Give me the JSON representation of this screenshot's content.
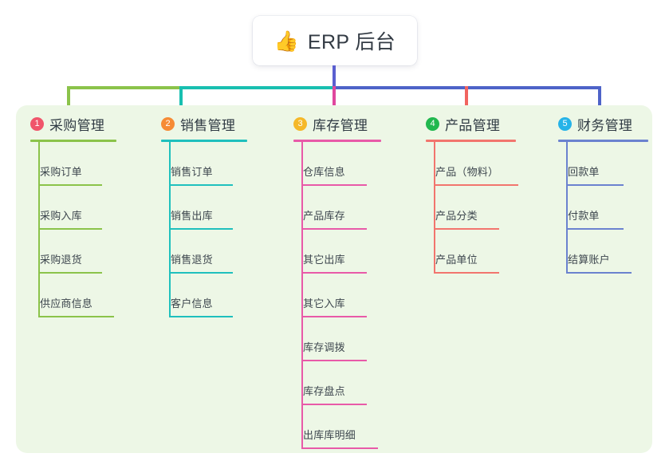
{
  "title": {
    "emoji": "👍",
    "icon_name": "thumbs-up-icon",
    "text": "ERP 后台"
  },
  "theme": {
    "page_background": "#ffffff",
    "panel_background": "#edf7e6",
    "card_background": "#ffffff",
    "text_color": "#3d464e",
    "stem_color": "#5a5fd0"
  },
  "connectors": {
    "segments": [
      {
        "name": "segment-purchase",
        "color": "#8bc34a"
      },
      {
        "name": "segment-sales",
        "color": "#18bfb0"
      },
      {
        "name": "segment-inventory",
        "color": "#e0479e"
      },
      {
        "name": "segment-product",
        "color": "#f1645f"
      },
      {
        "name": "segment-finance",
        "color": "#4e63c8"
      }
    ]
  },
  "columns": [
    {
      "index": "1",
      "title": "采购管理",
      "badge_color": "#f0556b",
      "line_color": "#8bc34a",
      "head_rule_width": 108,
      "items": [
        {
          "label": "采购订单",
          "rule_width": 80
        },
        {
          "label": "采购入库",
          "rule_width": 80
        },
        {
          "label": "采购退货",
          "rule_width": 80
        },
        {
          "label": "供应商信息",
          "rule_width": 95
        }
      ]
    },
    {
      "index": "2",
      "title": "销售管理",
      "badge_color": "#f68b35",
      "line_color": "#1fc0bd",
      "head_rule_width": 108,
      "items": [
        {
          "label": "销售订单",
          "rule_width": 80
        },
        {
          "label": "销售出库",
          "rule_width": 80
        },
        {
          "label": "销售退货",
          "rule_width": 80
        },
        {
          "label": "客户信息",
          "rule_width": 80
        }
      ]
    },
    {
      "index": "3",
      "title": "库存管理",
      "badge_color": "#f5b829",
      "line_color": "#e85aa8",
      "head_rule_width": 110,
      "items": [
        {
          "label": "仓库信息",
          "rule_width": 82
        },
        {
          "label": "产品库存",
          "rule_width": 82
        },
        {
          "label": "其它出库",
          "rule_width": 82
        },
        {
          "label": "其它入库",
          "rule_width": 82
        },
        {
          "label": "库存调拨",
          "rule_width": 82
        },
        {
          "label": "库存盘点",
          "rule_width": 82
        },
        {
          "label": "出库库明细",
          "rule_width": 96
        }
      ]
    },
    {
      "index": "4",
      "title": "产品管理",
      "badge_color": "#21b84f",
      "line_color": "#f2756e",
      "head_rule_width": 113,
      "items": [
        {
          "label": "产品（物料）",
          "rule_width": 106
        },
        {
          "label": "产品分类",
          "rule_width": 82
        },
        {
          "label": "产品单位",
          "rule_width": 82
        }
      ]
    },
    {
      "index": "5",
      "title": "财务管理",
      "badge_color": "#26b3e8",
      "line_color": "#6b82cf",
      "head_rule_width": 113,
      "items": [
        {
          "label": "回款单",
          "rule_width": 72
        },
        {
          "label": "付款单",
          "rule_width": 72
        },
        {
          "label": "结算账户",
          "rule_width": 82
        }
      ]
    }
  ]
}
